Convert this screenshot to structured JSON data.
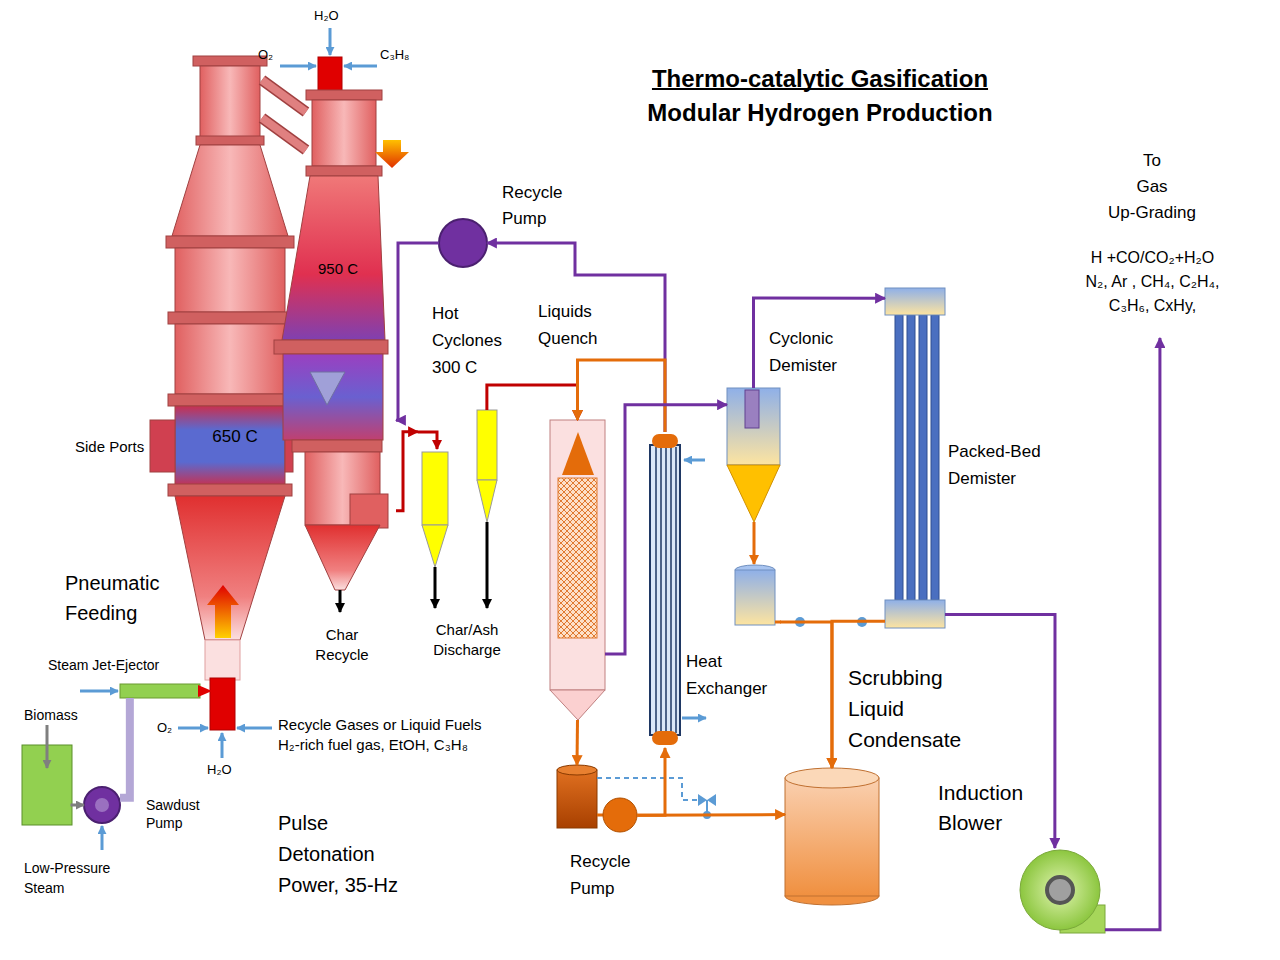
{
  "diagram": {
    "title": "Thermo-catalytic Gasification Modular Hydrogen Production",
    "nodes": [
      {
        "text": [
          "650 C"
        ]
      },
      {
        "text": [
          "950 C"
        ]
      },
      {
        "text": [
          "Hot Cyclones 300 C"
        ]
      },
      {
        "text": [
          "Recycle Pump"
        ]
      },
      {
        "text": [
          "Liquids Quench"
        ]
      },
      {
        "text": [
          "Heat Exchanger"
        ]
      },
      {
        "text": [
          "Cyclonic Demister"
        ]
      },
      {
        "text": [
          "Packed-Bed Demister"
        ]
      },
      {
        "text": [
          "Recycle Pump"
        ]
      },
      {
        "text": [
          "Scrubbing Liquid Condensate"
        ]
      },
      {
        "text": [
          "Induction Blower"
        ]
      },
      {
        "text": [
          "To Gas Up-Grading",
          "H +CO/CO₂+H₂O N₂, Ar , CH₄, C₂H₄, C₃H₆, CxHy,"
        ]
      },
      {
        "text": [
          "Biomass"
        ]
      },
      {
        "text": [
          "Sawdust Pump"
        ]
      },
      {
        "text": [
          "Steam Jet-Ejector"
        ]
      }
    ],
    "edges": [
      {
        "from": 1,
        "to": 2,
        "arrow": "to"
      },
      {
        "from": 2,
        "to": 4,
        "arrow": "to"
      },
      {
        "from": 3,
        "to": 1,
        "arrow": "to"
      },
      {
        "from": 5,
        "to": 3,
        "arrow": "to"
      },
      {
        "from": 5,
        "to": 4,
        "arrow": "to"
      },
      {
        "from": 4,
        "to": 6,
        "arrow": "to"
      },
      {
        "from": 6,
        "to": 7,
        "arrow": "to"
      },
      {
        "from": 7,
        "to": 10,
        "arrow": "to"
      },
      {
        "from": 10,
        "to": 11,
        "arrow": "to"
      },
      {
        "from": 4,
        "to": 8,
        "arrow": "to"
      },
      {
        "from": 8,
        "to": 5,
        "arrow": "to"
      },
      {
        "from": 8,
        "to": 9,
        "arrow": "to"
      },
      {
        "from": 6,
        "to": 9,
        "arrow": "to"
      },
      {
        "from": 7,
        "to": 9,
        "arrow": "to"
      },
      {
        "from": 12,
        "to": 13,
        "arrow": "to"
      },
      {
        "from": 13,
        "to": 14,
        "arrow": "none"
      }
    ],
    "labels": [
      "H₂O",
      "O₂",
      "C₃H₈",
      "Side Ports",
      "Pneumatic Feeding",
      "O₂",
      "H₂O",
      "Recycle Gases or Liquid Fuels H₂-rich fuel gas, EtOH, C₃H₈",
      "Low-Pressure Steam",
      "Pulse Detonation Power, 35-Hz",
      "Char Recycle",
      "Char/Ash Discharge"
    ]
  }
}
